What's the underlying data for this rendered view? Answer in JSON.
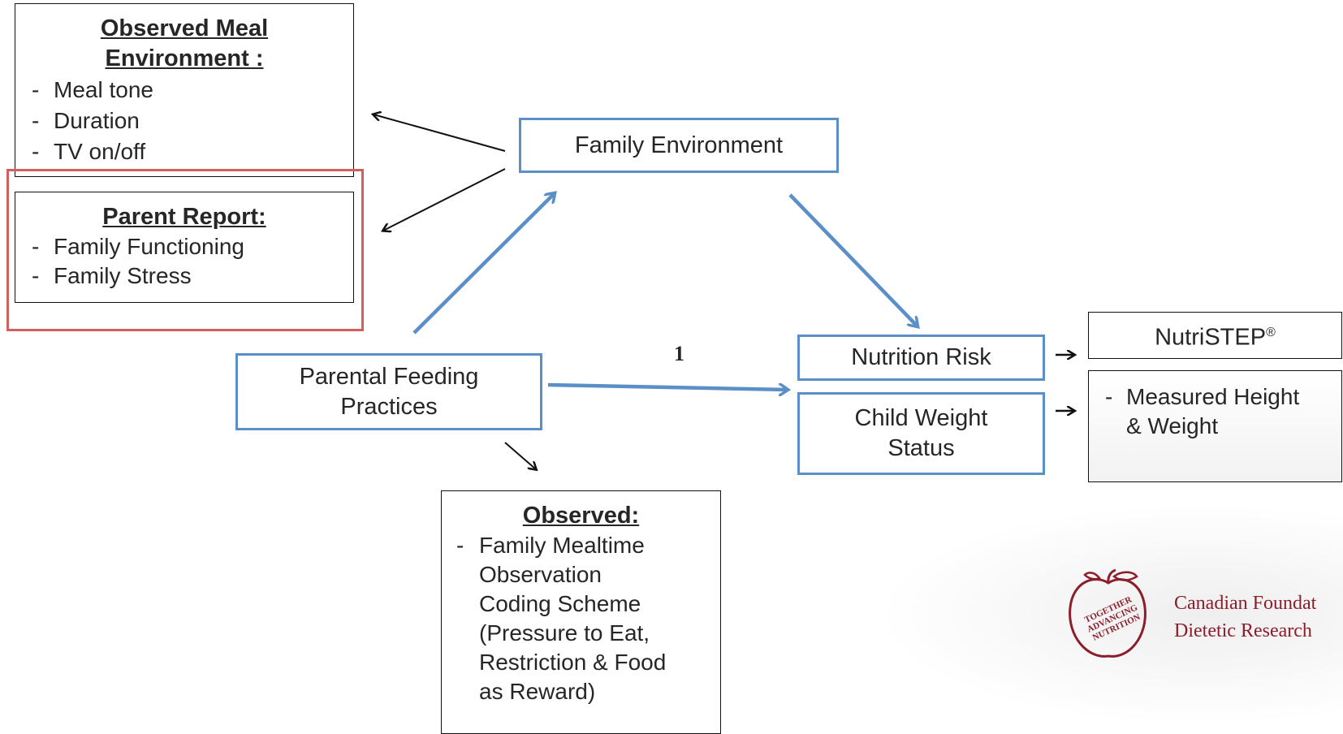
{
  "observed_meal": {
    "heading_line1": "Observed Meal",
    "heading_line2": "Environment :",
    "items": [
      "Meal tone",
      "Duration",
      "TV on/off"
    ]
  },
  "parent_report": {
    "heading": "Parent Report:",
    "items": [
      "Family Functioning",
      "Family Stress"
    ]
  },
  "family_environment": "Family Environment",
  "parental_feeding": {
    "line1": "Parental Feeding",
    "line2": "Practices"
  },
  "path_label": "1",
  "nutrition_risk": "Nutrition Risk",
  "child_weight": {
    "line1": "Child Weight",
    "line2": "Status"
  },
  "nutristep": {
    "text": "NutriSTEP",
    "sup": "®"
  },
  "measured": {
    "dash": "-",
    "line1": "Measured Height",
    "line2": "& Weight"
  },
  "observed": {
    "heading": "Observed:",
    "lines": [
      "Family Mealtime",
      "Observation",
      "Coding Scheme",
      "(Pressure to Eat,",
      "Restriction & Food",
      "as Reward)"
    ]
  },
  "logo": {
    "emblem_text": "TOGETHER ADVANCING NUTRITION",
    "line1": "Canadian Foundat",
    "line2": "Dietetic Research"
  },
  "colors": {
    "blue_box": "#5a8fc8",
    "highlight": "#d0605c",
    "logo": "#8b1e2a"
  }
}
